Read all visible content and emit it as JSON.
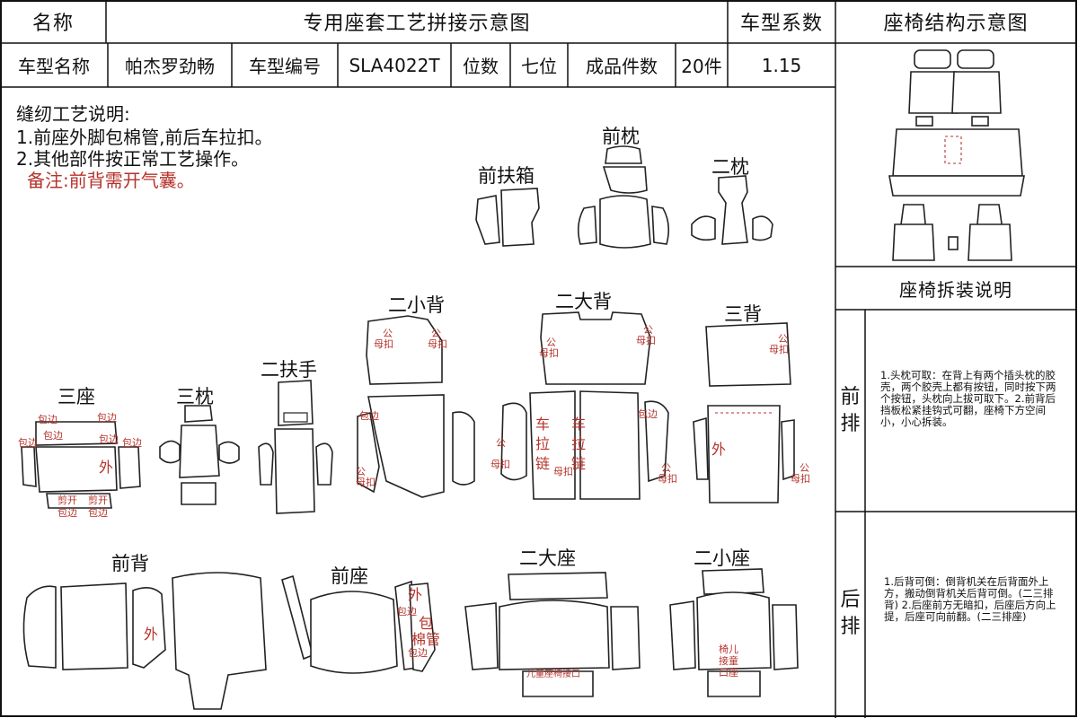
{
  "header": {
    "name_label": "名称",
    "title": "专用座套工艺拼接示意图",
    "coef_label": "车型系数",
    "struct_label": "座椅结构示意图"
  },
  "info": {
    "model_name_label": "车型名称",
    "model_name": "帕杰罗劲畅",
    "model_no_label": "车型编号",
    "model_no": "SLA4022T",
    "seats_label": "位数",
    "seats": "七位",
    "pieces_label": "成品件数",
    "pieces": "20件",
    "coef": "1.15"
  },
  "notes": {
    "title": "缝纫工艺说明:",
    "line1": "1.前座外脚包棉管,前后车拉扣。",
    "line2": "2.其他部件按正常工艺操作。",
    "remark": "备注:前背需开气囊。"
  },
  "pieces": {
    "front_armrest": "前扶箱",
    "front_headrest": "前枕",
    "second_headrest": "二枕",
    "second_small_back": "二小背",
    "second_big_back": "二大背",
    "third_back": "三背",
    "third_seat": "三座",
    "third_headrest": "三枕",
    "second_armrest": "二扶手",
    "front_back": "前背",
    "front_seat": "前座",
    "second_big_seat": "二大座",
    "second_small_seat": "二小座"
  },
  "marks": {
    "male": "公",
    "female": "母扣",
    "edge": "包边",
    "outer": "外",
    "cut": "剪开",
    "pull": "车",
    "zip": "拉",
    "chain": "链",
    "bao": "包",
    "mian": "棉管",
    "child1": "椅儿",
    "child2": "接童",
    "child3": "口座",
    "child_bottom": "儿童座椅接口"
  },
  "side": {
    "disassembly_title": "座椅拆装说明",
    "front_label": "前排",
    "rear_label": "后排",
    "front_text": "1.头枕可取：在背上有两个插头枕的胶壳，两个胶壳上都有按钮，同时按下两个按钮，头枕向上拔可取下。2.前背后挡板松紧挂钩式可翻，座椅下方空间小，小心拆装。",
    "rear_text": "1.后背可倒：倒背机关在后背面外上方，搬动倒背机关后背可倒。(二三排背) 2.后座前方无暗扣，后座后方向上提，后座可向前翻。(二三排座)"
  }
}
